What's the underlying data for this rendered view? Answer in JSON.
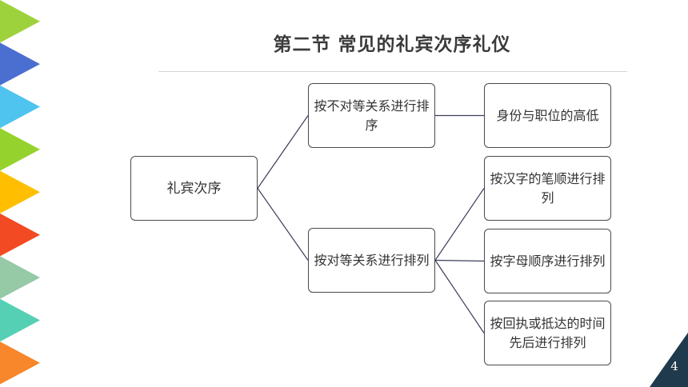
{
  "slide": {
    "title": "第二节  常见的礼宾次序礼仪",
    "page_number": "4"
  },
  "diagram": {
    "root": "礼宾次序",
    "branches": [
      {
        "label": "按不对等关系进行排序",
        "children": [
          "身份与职位的高低"
        ]
      },
      {
        "label": "按对等关系进行排列",
        "children": [
          "按汉字的笔顺进行排列",
          "按字母顺序进行排列",
          "按回执或抵达的时间先后进行排列"
        ]
      }
    ]
  },
  "colors": {
    "triangles": [
      "#9ed23c",
      "#4a6fd0",
      "#4ec4ee",
      "#95d22e",
      "#ffbf00",
      "#f24a22",
      "#96c9a6",
      "#56d0b5",
      "#f8862a"
    ],
    "corner_badge": "#1f3a4c",
    "connector": "#3a3f5c"
  }
}
